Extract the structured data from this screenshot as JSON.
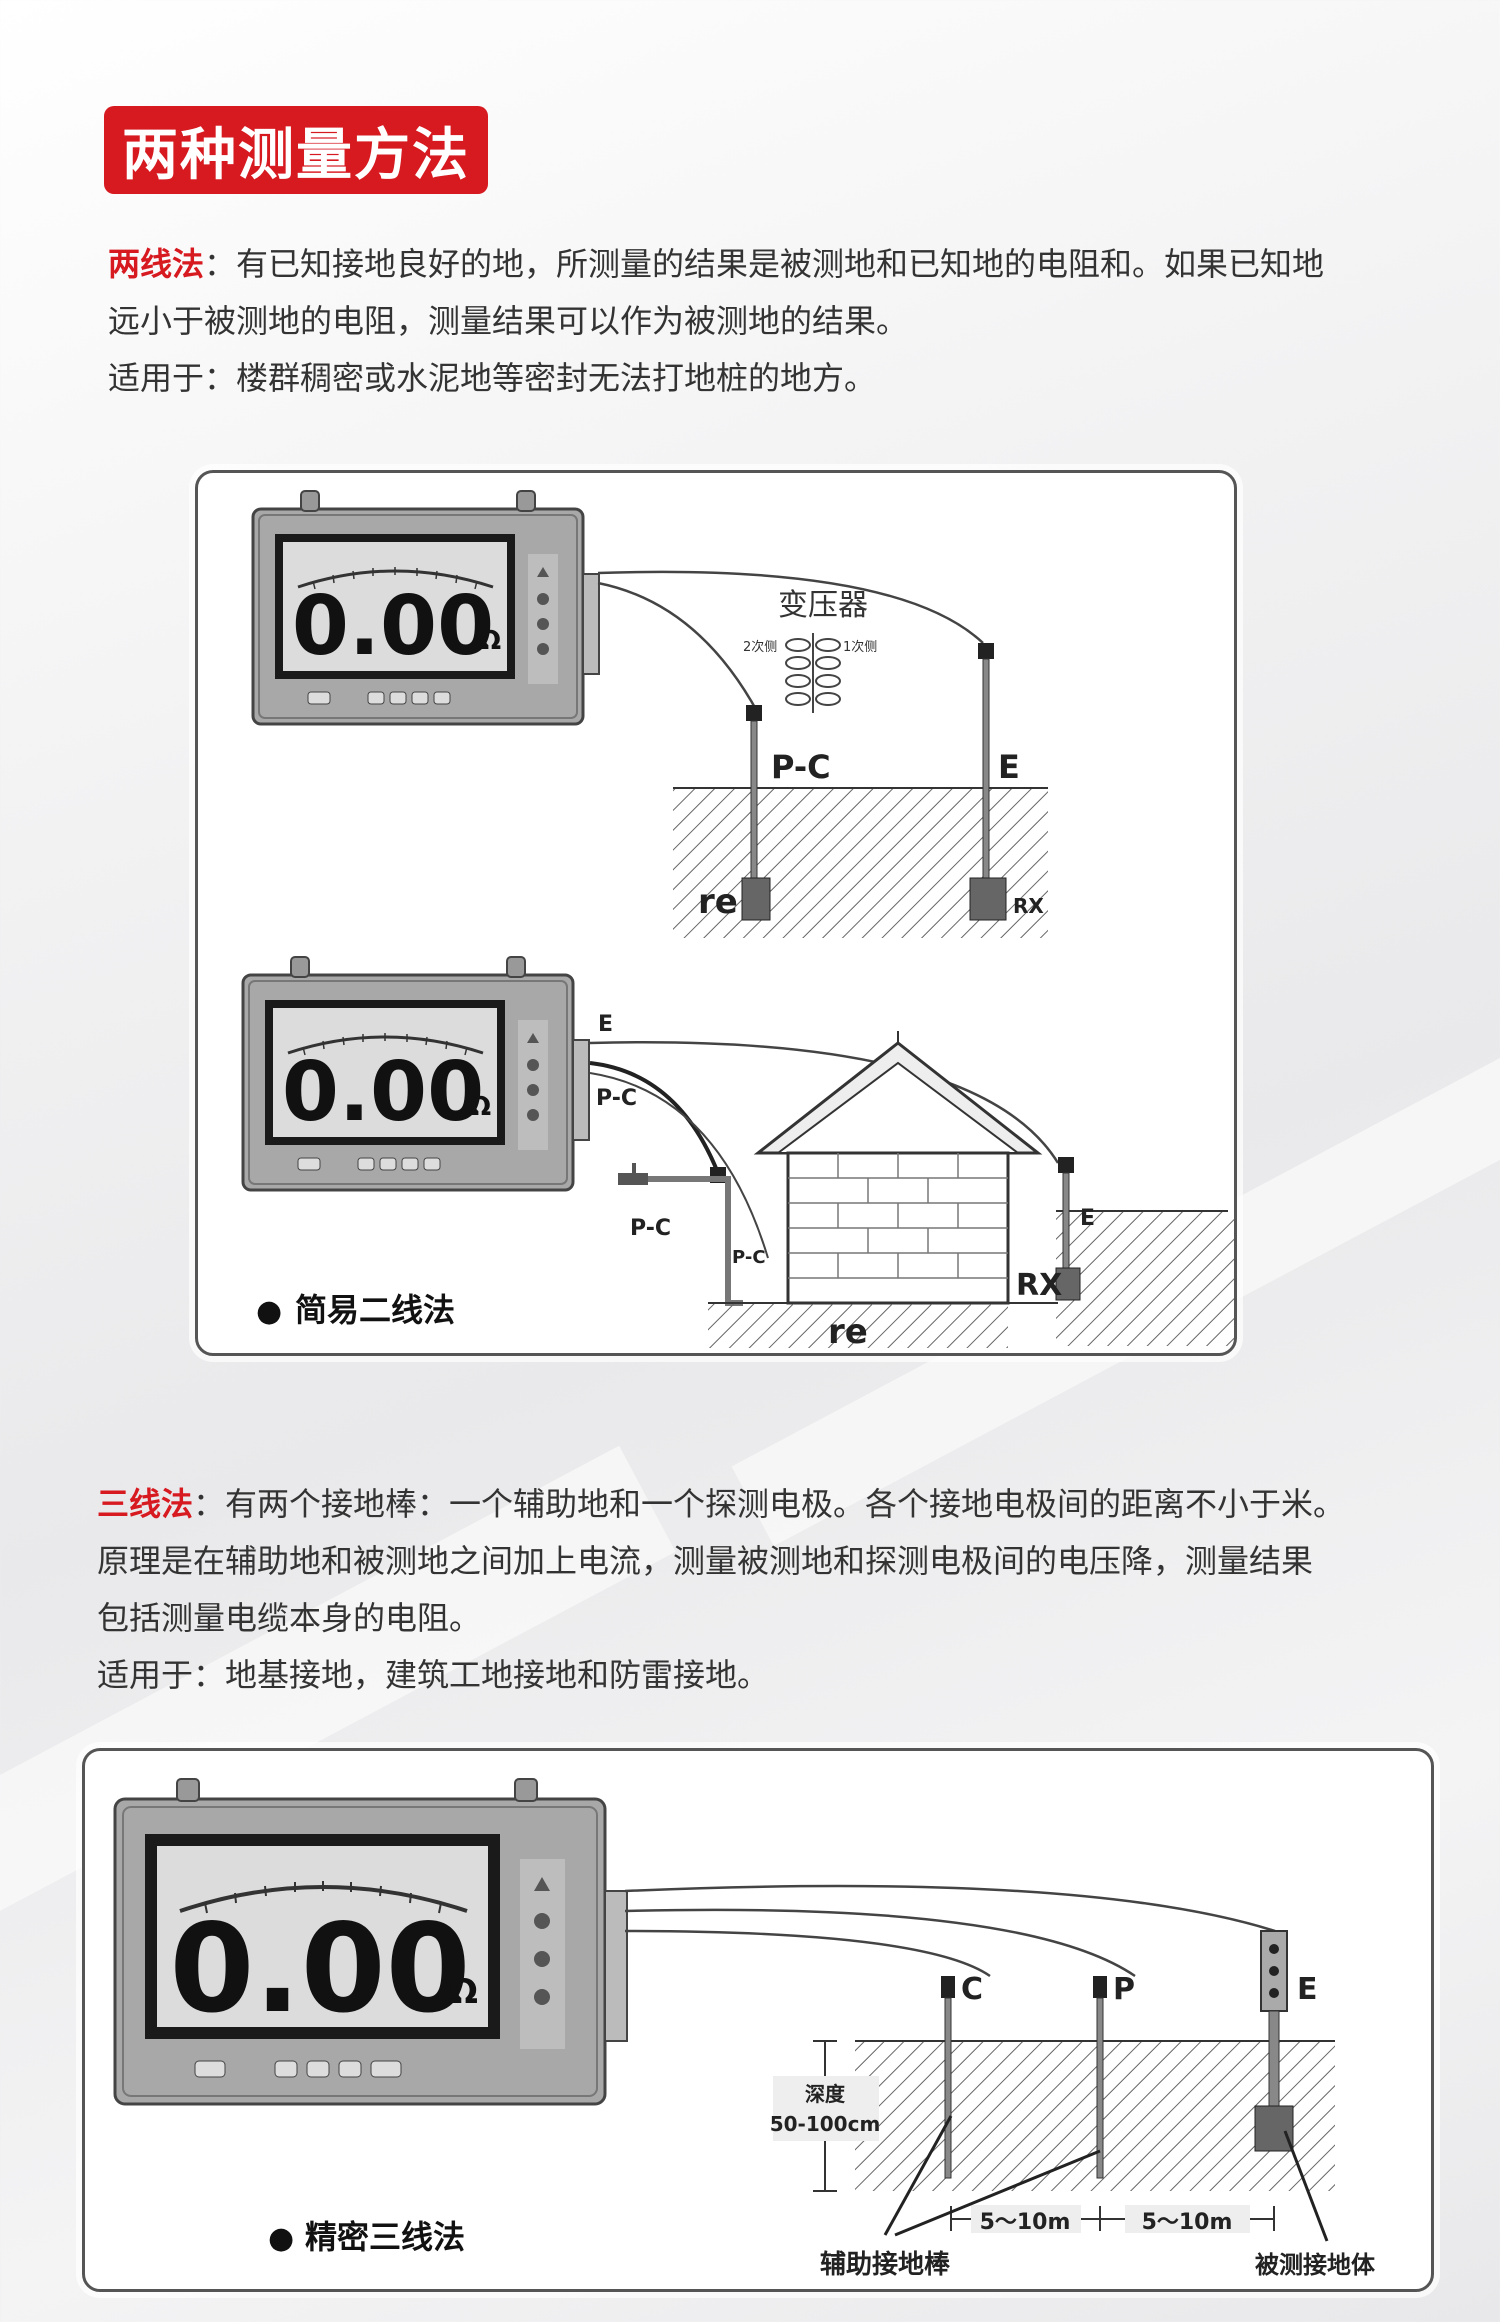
{
  "title": "两种测量方法",
  "two_wire": {
    "label": "两线法",
    "colon": "：",
    "line1": "有已知接地良好的地，所测量的结果是被测地和已知地的电阻和。如果已知地",
    "line2": "远小于被测地的电阻，测量结果可以作为被测地的结果。",
    "applies": "适用于：楼群稠密或水泥地等密封无法打地桩的地方。"
  },
  "diagram1": {
    "display_value": "0.00",
    "unit": "Ω",
    "transformer": "变压器",
    "secondary": "2次侧",
    "primary": "1次侧",
    "pc": "P-C",
    "e": "E",
    "re": "re",
    "rx": "RX"
  },
  "diagram2": {
    "display_value": "0.00",
    "unit": "Ω",
    "e": "E",
    "pc": "P-C",
    "re": "re",
    "rx": "RX",
    "caption_bullet": "●",
    "caption": "简易二线法"
  },
  "three_wire": {
    "label": "三线法",
    "colon": "：",
    "line1": "有两个接地棒：一个辅助地和一个探测电极。各个接地电极间的距离不小于米。",
    "line2": "原理是在辅助地和被测地之间加上电流，测量被测地和探测电极间的电压降，测量结果",
    "line3": "包括测量电缆本身的电阻。",
    "applies": "适用于：地基接地，建筑工地接地和防雷接地。"
  },
  "diagram3": {
    "display_value": "0.00",
    "unit": "Ω",
    "c": "C",
    "p": "P",
    "e": "E",
    "depth_label": "深度",
    "depth_value": "50-100cm",
    "dist1": "5～10m",
    "dist2": "5～10m",
    "aux_rods": "辅助接地棒",
    "tested_body": "被测接地体",
    "caption_bullet": "●",
    "caption": "精密三线法"
  },
  "colors": {
    "accent": "#d71920",
    "text": "#333333",
    "lcd_bg": "#dcdcdc",
    "case": "#9a9a9a"
  }
}
